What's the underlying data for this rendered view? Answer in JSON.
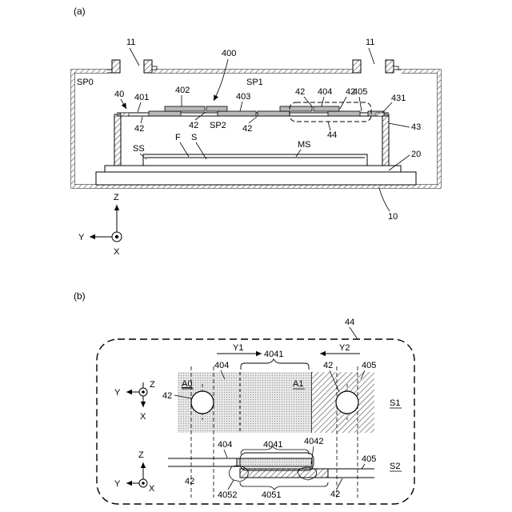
{
  "panel_a": {
    "caption": "(a)",
    "labels": {
      "opening_left": "11",
      "opening_right": "11",
      "cover": "400",
      "space_outer": "SP0",
      "space_upper": "SP1",
      "space_lower": "SP2",
      "plate_frame": "40",
      "seg_401": "401",
      "seg_402": "402",
      "seg_403": "403",
      "seg_404": "404",
      "seg_405": "405",
      "frame_edge": "431",
      "wall": "43",
      "region": "44",
      "hole_1": "42",
      "hole_2": "42",
      "hole_3": "42",
      "hole_4": "42",
      "hole_5": "42",
      "ss": "SS",
      "f": "F",
      "s": "S",
      "ms": "MS",
      "base": "20",
      "container": "10"
    },
    "axes": {
      "z": "Z",
      "y": "Y",
      "x": "X"
    }
  },
  "panel_b": {
    "caption": "(b)",
    "labels": {
      "region": "44",
      "dir_y1": "Y1",
      "dir_y2": "Y2",
      "seg_4041_top": "4041",
      "seg_404_top": "404",
      "seg_405_top": "405",
      "hole_top_left": "42",
      "hole_top_right": "42",
      "edge_a0": "A0",
      "edge_a1": "A1",
      "view_s1": "S1",
      "seg_404_bottom": "404",
      "seg_4041_bottom": "4041",
      "seg_4042": "4042",
      "seg_405_bottom": "405",
      "view_s2": "S2",
      "hole_bottom_left": "42",
      "hole_bottom_right": "42",
      "seg_4052": "4052",
      "seg_4051": "4051"
    },
    "axes_top": {
      "z": "Z",
      "y": "Y",
      "x": "X"
    },
    "axes_bottom": {
      "z": "Z",
      "y": "Y",
      "x": "X"
    }
  }
}
